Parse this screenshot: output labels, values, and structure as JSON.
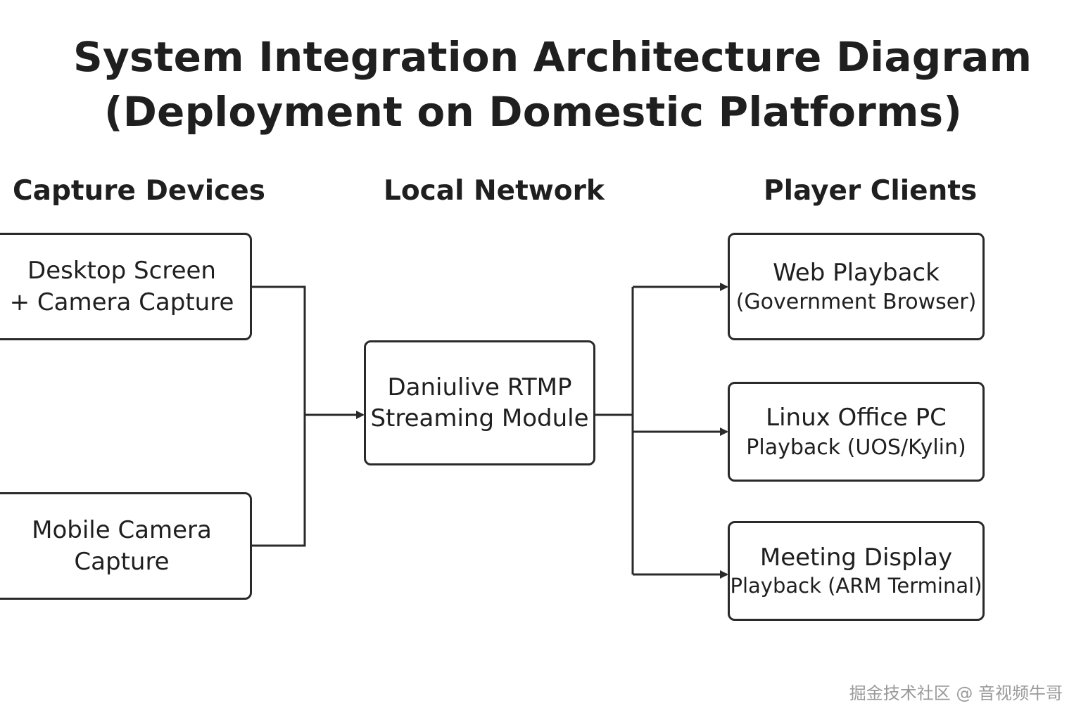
{
  "title": {
    "line1": "System Integration Architecture Diagram",
    "line2": "(Deployment on Domestic Platforms)"
  },
  "columns": {
    "capture": "Capture Devices",
    "network": "Local Network",
    "players": "Player Clients"
  },
  "nodes": {
    "desktop": {
      "line1": "Desktop Screen",
      "line2": "+ Camera Capture"
    },
    "mobile": {
      "line1": "Mobile Camera",
      "line2": "Capture"
    },
    "stream": {
      "line1": "Daniulive RTMP",
      "line2": "Streaming Module"
    },
    "web": {
      "line1": "Web Playback",
      "line2": "(Government Browser)"
    },
    "linux": {
      "line1": "Linux Office PC",
      "line2": "Playback (UOS/Kylin)"
    },
    "meeting": {
      "line1": "Meeting Display",
      "line2": "Playback (ARM Terminal)"
    }
  },
  "edges": [
    {
      "from": "desktop",
      "to": "stream"
    },
    {
      "from": "mobile",
      "to": "stream"
    },
    {
      "from": "stream",
      "to": "web"
    },
    {
      "from": "stream",
      "to": "linux"
    },
    {
      "from": "stream",
      "to": "meeting"
    }
  ],
  "colors": {
    "line": "#2a2a2a",
    "text": "#1f1f1f",
    "watermark": "#9a9a9a"
  },
  "watermark": "掘金技术社区 @ 音视频牛哥"
}
